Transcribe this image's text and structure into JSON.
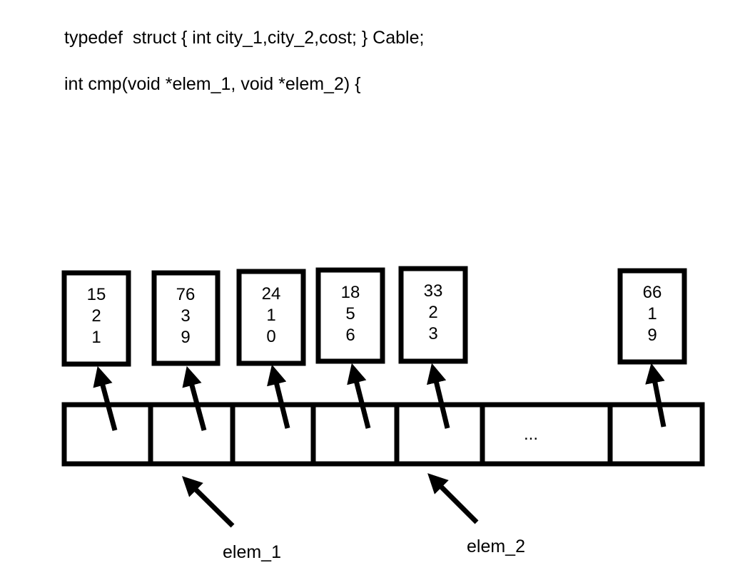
{
  "code": {
    "typedef_line": "typedef  struct { int city_1,city_2,cost; } Cable;",
    "cmp_line": "int cmp(void *elem_1, void *elem_2) {"
  },
  "structs": [
    {
      "values": [
        "15",
        "2",
        "1"
      ]
    },
    {
      "values": [
        "76",
        "3",
        "9"
      ]
    },
    {
      "values": [
        "24",
        "1",
        "0"
      ]
    },
    {
      "values": [
        "18",
        "5",
        "6"
      ]
    },
    {
      "values": [
        "33",
        "2",
        "3"
      ]
    },
    {
      "values": [
        "66",
        "1",
        "9"
      ]
    }
  ],
  "array": {
    "ellipsis": "..."
  },
  "pointers": {
    "elem_1": "elem_1",
    "elem_2": "elem_2"
  }
}
